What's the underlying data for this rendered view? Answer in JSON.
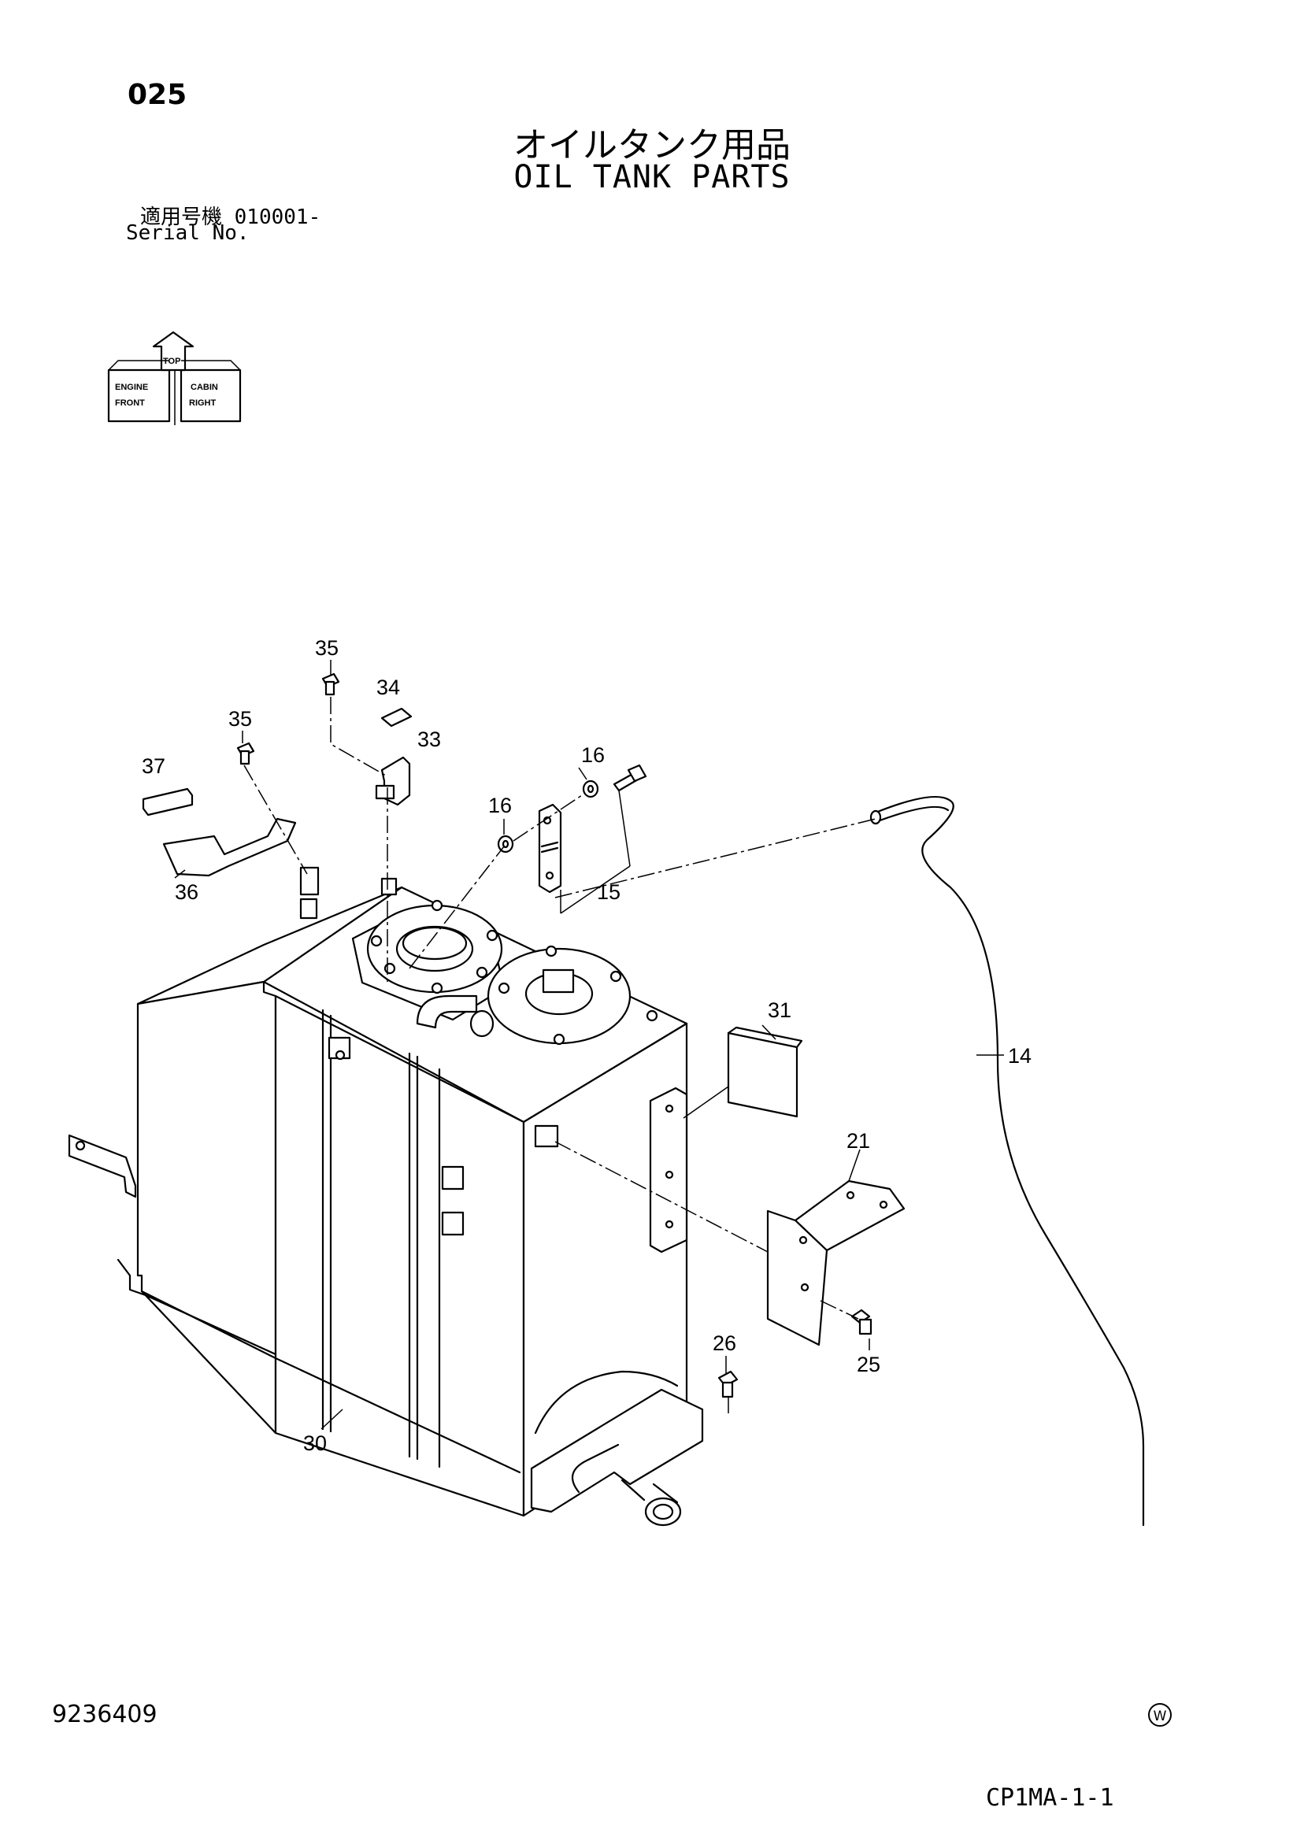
{
  "header": {
    "page_number": "025",
    "title_jp": "オイルタンク用品",
    "title_en": "OIL TANK PARTS",
    "serial_jp": "適用号機 010001-",
    "serial_en": "Serial No."
  },
  "orientation_icon": {
    "top": "TOP",
    "front": "FRONT",
    "right": "RIGHT",
    "engine": "ENGINE",
    "cabin": "CABIN"
  },
  "callouts": {
    "c35a": "35",
    "c34": "34",
    "c33": "33",
    "c35b": "35",
    "c37": "37",
    "c16a": "16",
    "c16b": "16",
    "c36": "36",
    "c15": "15",
    "c31": "31",
    "c14": "14",
    "c21": "21",
    "c26": "26",
    "c25": "25",
    "c30": "30"
  },
  "footer": {
    "doc_number": "9236409",
    "mark": "W",
    "figure_code": "CP1MA-1-1"
  }
}
